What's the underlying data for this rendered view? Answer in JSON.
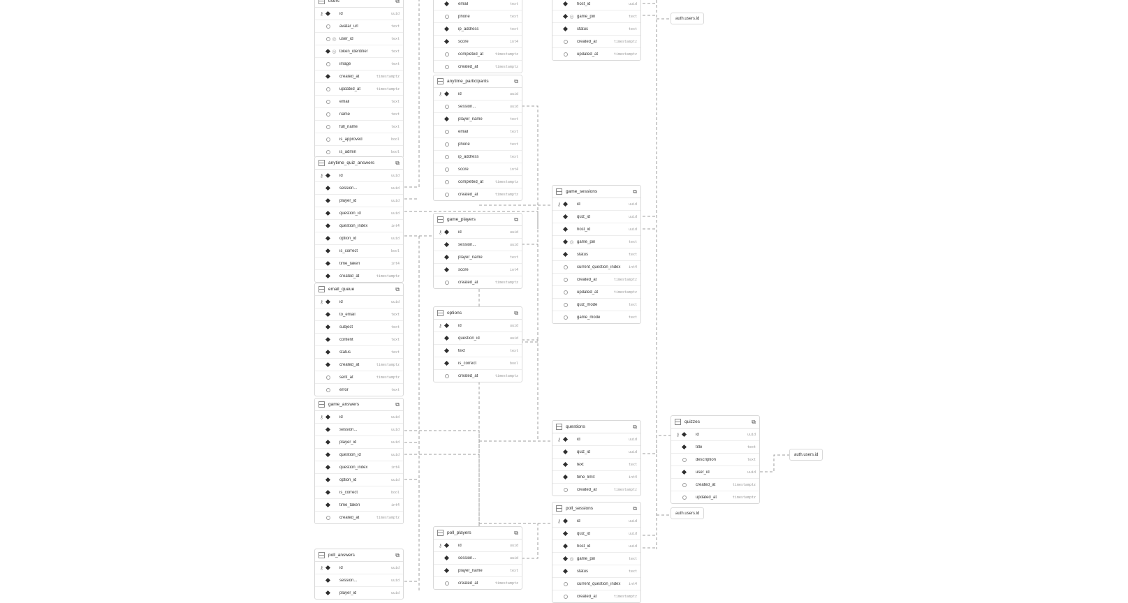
{
  "tables": [
    {
      "name": "users",
      "cols": [
        {
          "n": "id",
          "t": "uuid",
          "pk": true,
          "nn": true
        },
        {
          "n": "avatar_url",
          "t": "text"
        },
        {
          "n": "user_id",
          "t": "text",
          "uq": true
        },
        {
          "n": "token_identifier",
          "t": "text",
          "nn": true,
          "uq": true
        },
        {
          "n": "image",
          "t": "text"
        },
        {
          "n": "created_at",
          "t": "timestamptz",
          "nn": true
        },
        {
          "n": "updated_at",
          "t": "timestamptz"
        },
        {
          "n": "email",
          "t": "text"
        },
        {
          "n": "name",
          "t": "text"
        },
        {
          "n": "full_name",
          "t": "text"
        },
        {
          "n": "is_approved",
          "t": "bool"
        },
        {
          "n": "is_admin",
          "t": "bool"
        }
      ]
    },
    {
      "name": "anytime_quiz_answers",
      "cols": [
        {
          "n": "id",
          "t": "uuid",
          "pk": true,
          "nn": true
        },
        {
          "n": "session...",
          "t": "uuid",
          "nn": true
        },
        {
          "n": "player_id",
          "t": "uuid",
          "nn": true
        },
        {
          "n": "question_id",
          "t": "uuid",
          "nn": true
        },
        {
          "n": "question_index",
          "t": "int4",
          "nn": true
        },
        {
          "n": "option_id",
          "t": "uuid",
          "nn": true
        },
        {
          "n": "is_correct",
          "t": "bool",
          "nn": true
        },
        {
          "n": "time_taken",
          "t": "int4",
          "nn": true
        },
        {
          "n": "created_at",
          "t": "timestamptz",
          "nn": true
        }
      ]
    },
    {
      "name": "email_queue",
      "cols": [
        {
          "n": "id",
          "t": "uuid",
          "pk": true,
          "nn": true
        },
        {
          "n": "to_email",
          "t": "text",
          "nn": true
        },
        {
          "n": "subject",
          "t": "text",
          "nn": true
        },
        {
          "n": "content",
          "t": "text",
          "nn": true
        },
        {
          "n": "status",
          "t": "text",
          "nn": true
        },
        {
          "n": "created_at",
          "t": "timestamptz",
          "nn": true
        },
        {
          "n": "sent_at",
          "t": "timestamptz"
        },
        {
          "n": "error",
          "t": "text"
        }
      ]
    },
    {
      "name": "game_answers",
      "cols": [
        {
          "n": "id",
          "t": "uuid",
          "pk": true,
          "nn": true
        },
        {
          "n": "session...",
          "t": "uuid",
          "nn": true
        },
        {
          "n": "player_id",
          "t": "uuid",
          "nn": true
        },
        {
          "n": "question_id",
          "t": "uuid",
          "nn": true
        },
        {
          "n": "question_index",
          "t": "int4",
          "nn": true
        },
        {
          "n": "option_id",
          "t": "uuid",
          "nn": true
        },
        {
          "n": "is_correct",
          "t": "bool",
          "nn": true
        },
        {
          "n": "time_taken",
          "t": "int4",
          "nn": true
        },
        {
          "n": "created_at",
          "t": "timestamptz"
        }
      ]
    },
    {
      "name": "poll_answers",
      "cols": [
        {
          "n": "id",
          "t": "uuid",
          "pk": true,
          "nn": true
        },
        {
          "n": "session...",
          "t": "uuid",
          "nn": true
        },
        {
          "n": "player_id",
          "t": "uuid",
          "nn": true
        }
      ]
    },
    {
      "name": "",
      "headless": true,
      "cols": [
        {
          "n": "email",
          "t": "text",
          "nn": true
        },
        {
          "n": "phone",
          "t": "text"
        },
        {
          "n": "ip_address",
          "t": "text",
          "nn": true
        },
        {
          "n": "score",
          "t": "int4",
          "nn": true
        },
        {
          "n": "completed_at",
          "t": "timestamptz"
        },
        {
          "n": "created_at",
          "t": "timestamptz"
        }
      ]
    },
    {
      "name": "anytime_participants",
      "cols": [
        {
          "n": "id",
          "t": "uuid",
          "pk": true,
          "nn": true
        },
        {
          "n": "session...",
          "t": "uuid"
        },
        {
          "n": "player_name",
          "t": "text",
          "nn": true
        },
        {
          "n": "email",
          "t": "text"
        },
        {
          "n": "phone",
          "t": "text"
        },
        {
          "n": "ip_address",
          "t": "text"
        },
        {
          "n": "score",
          "t": "int4"
        },
        {
          "n": "completed_at",
          "t": "timestamptz"
        },
        {
          "n": "created_at",
          "t": "timestamptz"
        }
      ]
    },
    {
      "name": "game_players",
      "cols": [
        {
          "n": "id",
          "t": "uuid",
          "pk": true,
          "nn": true
        },
        {
          "n": "session...",
          "t": "uuid",
          "nn": true
        },
        {
          "n": "player_name",
          "t": "text",
          "nn": true
        },
        {
          "n": "score",
          "t": "int4",
          "nn": true
        },
        {
          "n": "created_at",
          "t": "timestamptz"
        }
      ]
    },
    {
      "name": "options",
      "cols": [
        {
          "n": "id",
          "t": "uuid",
          "pk": true,
          "nn": true
        },
        {
          "n": "question_id",
          "t": "uuid",
          "nn": true
        },
        {
          "n": "text",
          "t": "text",
          "nn": true
        },
        {
          "n": "is_correct",
          "t": "bool",
          "nn": true
        },
        {
          "n": "created_at",
          "t": "timestamptz"
        }
      ]
    },
    {
      "name": "poll_players",
      "cols": [
        {
          "n": "id",
          "t": "uuid",
          "pk": true,
          "nn": true
        },
        {
          "n": "session...",
          "t": "uuid",
          "nn": true
        },
        {
          "n": "player_name",
          "t": "text",
          "nn": true
        },
        {
          "n": "created_at",
          "t": "timestamptz"
        }
      ]
    },
    {
      "name": "",
      "headless": true,
      "cols": [
        {
          "n": "host_id",
          "t": "uuid",
          "nn": true
        },
        {
          "n": "game_pin",
          "t": "text",
          "nn": true,
          "uq": true
        },
        {
          "n": "status",
          "t": "text",
          "nn": true
        },
        {
          "n": "created_at",
          "t": "timestamptz"
        },
        {
          "n": "updated_at",
          "t": "timestamptz"
        }
      ]
    },
    {
      "name": "game_sessions",
      "cols": [
        {
          "n": "id",
          "t": "uuid",
          "pk": true,
          "nn": true
        },
        {
          "n": "quiz_id",
          "t": "uuid",
          "nn": true
        },
        {
          "n": "host_id",
          "t": "uuid",
          "nn": true
        },
        {
          "n": "game_pin",
          "t": "text",
          "nn": true,
          "uq": true
        },
        {
          "n": "status",
          "t": "text",
          "nn": true
        },
        {
          "n": "current_question_index",
          "t": "int4"
        },
        {
          "n": "created_at",
          "t": "timestamptz"
        },
        {
          "n": "updated_at",
          "t": "timestamptz"
        },
        {
          "n": "quiz_mode",
          "t": "text"
        },
        {
          "n": "game_mode",
          "t": "text"
        }
      ]
    },
    {
      "name": "questions",
      "cols": [
        {
          "n": "id",
          "t": "uuid",
          "pk": true,
          "nn": true
        },
        {
          "n": "quiz_id",
          "t": "uuid",
          "nn": true
        },
        {
          "n": "text",
          "t": "text",
          "nn": true
        },
        {
          "n": "time_limit",
          "t": "int4",
          "nn": true
        },
        {
          "n": "created_at",
          "t": "timestamptz"
        }
      ]
    },
    {
      "name": "poll_sessions",
      "cols": [
        {
          "n": "id",
          "t": "uuid",
          "pk": true,
          "nn": true
        },
        {
          "n": "quiz_id",
          "t": "uuid",
          "nn": true
        },
        {
          "n": "host_id",
          "t": "uuid",
          "nn": true
        },
        {
          "n": "game_pin",
          "t": "text",
          "nn": true,
          "uq": true
        },
        {
          "n": "status",
          "t": "text",
          "nn": true
        },
        {
          "n": "current_question_index",
          "t": "int4"
        },
        {
          "n": "created_at",
          "t": "timestamptz"
        }
      ]
    },
    {
      "name": "quizzes",
      "cols": [
        {
          "n": "id",
          "t": "uuid",
          "pk": true,
          "nn": true
        },
        {
          "n": "title",
          "t": "text",
          "nn": true
        },
        {
          "n": "description",
          "t": "text"
        },
        {
          "n": "user_id",
          "t": "uuid",
          "nn": true
        },
        {
          "n": "created_at",
          "t": "timestamptz"
        },
        {
          "n": "updated_at",
          "t": "timestamptz"
        }
      ]
    }
  ],
  "external_refs": [
    "auth.users.id",
    "auth.users.id",
    "auth.users.id"
  ]
}
